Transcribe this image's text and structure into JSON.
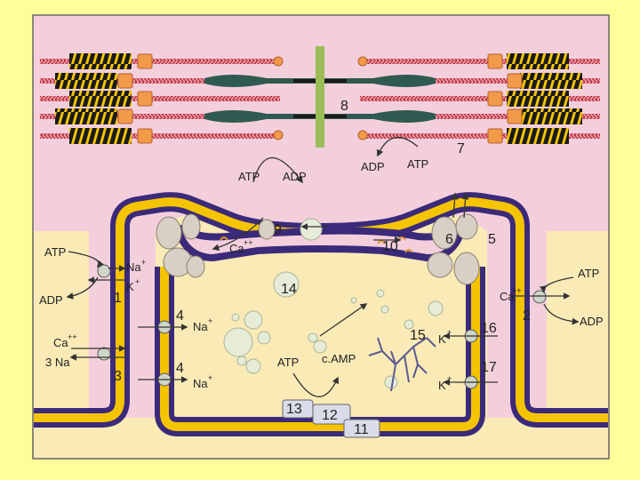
{
  "colors": {
    "page_background": "#ffff99",
    "cytoplasm": "#f3cfdc",
    "extracellular": "#faeab6",
    "membrane_outer": "#3b2a7a",
    "membrane_core": "#f5c400",
    "actin": "#c0394a",
    "myosin": "#2f5a50",
    "z_disc": "#9bbd5a"
  },
  "sarcomere": {
    "atp": "ATP",
    "adp": "ADP",
    "label_8": "8",
    "label_7": "7",
    "adp_right": "ADP",
    "atp_right": "ATP"
  },
  "channels": {
    "label_9": "9",
    "label_10": "10",
    "label_5": "5",
    "label_6": "6",
    "ca": "Ca",
    "ca_sup": "++"
  },
  "left_exchangers": {
    "atp": "ATP",
    "adp": "ADP",
    "na": "Na",
    "na_sup": "+",
    "k": "K",
    "k_sup": "+",
    "label_1": "1",
    "ca": "Ca",
    "ca_sup": "++",
    "three_na": "3 Na",
    "three_na_sup": "+",
    "label_3": "3"
  },
  "interior": {
    "label_14": "14",
    "label_4a": "4",
    "na_a": "Na",
    "na_a_sup": "+",
    "label_4b": "4",
    "na_b": "Na",
    "na_b_sup": "+",
    "atp": "ATP",
    "camp": "c.AMP",
    "label_15": "15",
    "label_13": "13",
    "label_12": "12",
    "label_11": "11"
  },
  "right_exchangers": {
    "atp": "ATP",
    "ca": "Ca",
    "ca_sup": "++",
    "label_2": "2",
    "adp": "ADP",
    "k_a": "K",
    "k_a_sup": "+",
    "label_16": "16",
    "k_b": "K",
    "k_b_sup": "+",
    "label_17": "17"
  }
}
